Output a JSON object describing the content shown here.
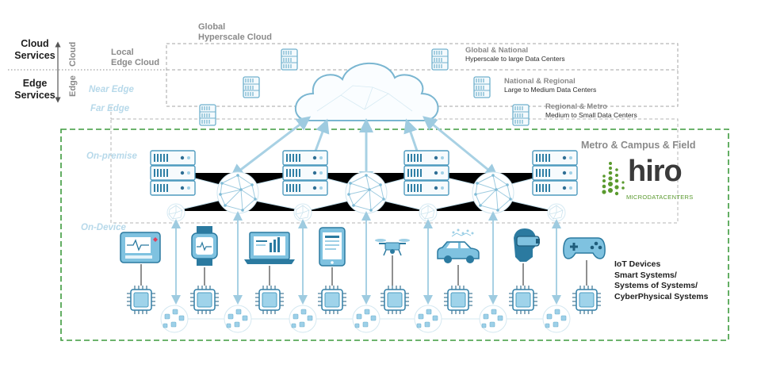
{
  "left_axis": {
    "cloud_services": "Cloud\nServices",
    "edge_services": "Edge\nServices",
    "cloud_vertical": "Cloud",
    "edge_vertical": "Edge"
  },
  "tiers": {
    "global_hyperscale": "Global\nHyperscale Cloud",
    "local_edge_cloud": "Local\nEdge Cloud",
    "near_edge": "Near Edge",
    "far_edge": "Far Edge",
    "on_premise": "On-premise",
    "on_device": "On-Device"
  },
  "data_centers": {
    "global_national_title": "Global & National",
    "global_national_sub": "Hyperscale to large Data Centers",
    "national_regional_title": "National & Regional",
    "national_regional_sub": "Large to Medium Data Centers",
    "regional_metro_title": "Regional & Metro",
    "regional_metro_sub": "Medium to Small Data Centers"
  },
  "metro_label": "Metro & Campus & Field",
  "logo": {
    "name": "hiro",
    "tagline": "MICRODATACENTERS"
  },
  "iot_label": "IoT Devices\nSmart Systems/\nSystems of Systems/\nCyberPhysical Systems",
  "devices": [
    "medical-monitor",
    "smartwatch",
    "laptop",
    "tablet",
    "drone",
    "car",
    "vr-headset",
    "gamepad"
  ],
  "colors": {
    "accent_blue": "#5ea3c5",
    "light_blue": "#b7d9ea",
    "green_dashed": "#3d9a3d",
    "gray_dashed": "#a5a5a5",
    "logo_green": "#5a9a2e",
    "logo_dark": "#3a3a3a"
  }
}
